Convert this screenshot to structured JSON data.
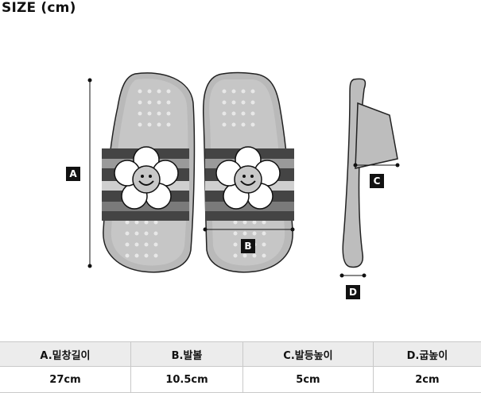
{
  "title": "SIZE (cm)",
  "labels": {
    "a": "A",
    "b": "B",
    "c": "C",
    "d": "D"
  },
  "table": {
    "headers": [
      "A.밑창길이",
      "B.발볼",
      "C.발등높이",
      "D.굽높이"
    ],
    "values": [
      "27cm",
      "10.5cm",
      "5cm",
      "2cm"
    ]
  }
}
